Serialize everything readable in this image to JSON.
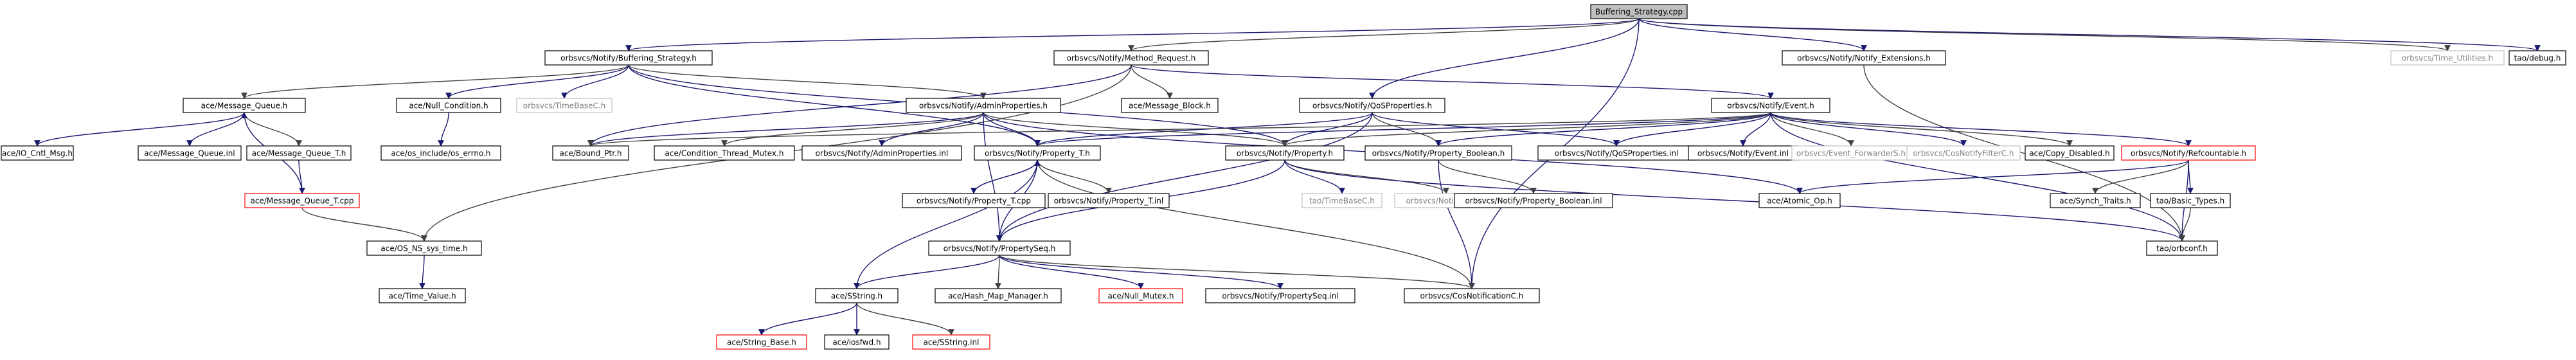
{
  "colors": {
    "border_black": "#000000",
    "border_red": "#ff0000",
    "border_gray": "#c0c0c0",
    "root_fill": "#bfbfbf",
    "node_fill": "#ffffff",
    "edge_blue": "#191970",
    "edge_dark": "#404040",
    "edge_gray": "#a0a0a0",
    "text": "#000000",
    "text_gray": "#808080"
  },
  "nodes": [
    {
      "id": "root",
      "label": "Buffering_Strategy.cpp",
      "style": "root"
    },
    {
      "id": "bufh",
      "label": "orbsvcs/Notify/Buffering_Strategy.h",
      "style": "black"
    },
    {
      "id": "mrh",
      "label": "orbsvcs/Notify/Method_Request.h",
      "style": "black"
    },
    {
      "id": "qosh",
      "label": "orbsvcs/Notify/QoSProperties.h",
      "style": "black"
    },
    {
      "id": "extsh",
      "label": "orbsvcs/Notify/Notify_Extensions.h",
      "style": "black"
    },
    {
      "id": "timeutil",
      "label": "orbsvcs/Time_Utilities.h",
      "style": "gray"
    },
    {
      "id": "taodebug",
      "label": "tao/debug.h",
      "style": "black"
    },
    {
      "id": "mqh",
      "label": "ace/Message_Queue.h",
      "style": "black"
    },
    {
      "id": "nullcond",
      "label": "ace/Null_Condition.h",
      "style": "black"
    },
    {
      "id": "timebasec1",
      "label": "orbsvcs/TimeBaseC.h",
      "style": "gray"
    },
    {
      "id": "adminprops",
      "label": "orbsvcs/Notify/AdminProperties.h",
      "style": "black"
    },
    {
      "id": "msgblock",
      "label": "ace/Message_Block.h",
      "style": "black"
    },
    {
      "id": "eventh",
      "label": "orbsvcs/Notify/Event.h",
      "style": "black"
    },
    {
      "id": "iocntl",
      "label": "ace/IO_Cntl_Msg.h",
      "style": "black"
    },
    {
      "id": "mqinl",
      "label": "ace/Message_Queue.inl",
      "style": "black"
    },
    {
      "id": "mqth",
      "label": "ace/Message_Queue_T.h",
      "style": "black"
    },
    {
      "id": "errnoh",
      "label": "ace/os_include/os_errno.h",
      "style": "black"
    },
    {
      "id": "boundptr",
      "label": "ace/Bound_Ptr.h",
      "style": "black"
    },
    {
      "id": "condmutex",
      "label": "ace/Condition_Thread_Mutex.h",
      "style": "black"
    },
    {
      "id": "adminpropsinl",
      "label": "orbsvcs/Notify/AdminProperties.inl",
      "style": "black"
    },
    {
      "id": "propth",
      "label": "orbsvcs/Notify/Property_T.h",
      "style": "black"
    },
    {
      "id": "proph",
      "label": "orbsvcs/Notify/Property.h",
      "style": "black"
    },
    {
      "id": "propbool",
      "label": "orbsvcs/Notify/Property_Boolean.h",
      "style": "black"
    },
    {
      "id": "qosinl",
      "label": "orbsvcs/Notify/QoSProperties.inl",
      "style": "black"
    },
    {
      "id": "eventinl",
      "label": "orbsvcs/Notify/Event.inl",
      "style": "black"
    },
    {
      "id": "evfwd",
      "label": "orbsvcs/Event_ForwarderS.h",
      "style": "gray"
    },
    {
      "id": "cosfilter",
      "label": "orbsvcs/CosNotifyFilterC.h",
      "style": "gray"
    },
    {
      "id": "copydis",
      "label": "ace/Copy_Disabled.h",
      "style": "black"
    },
    {
      "id": "refcount",
      "label": "orbsvcs/Notify/Refcountable.h",
      "style": "red"
    },
    {
      "id": "mqtcpp",
      "label": "ace/Message_Queue_T.cpp",
      "style": "red"
    },
    {
      "id": "proptcpp",
      "label": "orbsvcs/Notify/Property_T.cpp",
      "style": "black"
    },
    {
      "id": "proptinl",
      "label": "orbsvcs/Notify/Property_T.inl",
      "style": "black"
    },
    {
      "id": "timebasec2",
      "label": "tao/TimeBaseC.h",
      "style": "gray"
    },
    {
      "id": "extc",
      "label": "orbsvcs/NotifyExtC.h",
      "style": "gray"
    },
    {
      "id": "propboolinl",
      "label": "orbsvcs/Notify/Property_Boolean.inl",
      "style": "black"
    },
    {
      "id": "atomicop",
      "label": "ace/Atomic_Op.h",
      "style": "black"
    },
    {
      "id": "synchtraits",
      "label": "ace/Synch_Traits.h",
      "style": "black"
    },
    {
      "id": "basictypes",
      "label": "tao/Basic_Types.h",
      "style": "black"
    },
    {
      "id": "nssystime",
      "label": "ace/OS_NS_sys_time.h",
      "style": "black"
    },
    {
      "id": "propseqh",
      "label": "orbsvcs/Notify/PropertySeq.h",
      "style": "black"
    },
    {
      "id": "orbconf",
      "label": "tao/orbconf.h",
      "style": "black"
    },
    {
      "id": "timevalue",
      "label": "ace/Time_Value.h",
      "style": "black"
    },
    {
      "id": "sstring",
      "label": "ace/SString.h",
      "style": "black"
    },
    {
      "id": "hashmap",
      "label": "ace/Hash_Map_Manager.h",
      "style": "black"
    },
    {
      "id": "nullmutex",
      "label": "ace/Null_Mutex.h",
      "style": "red"
    },
    {
      "id": "propseqinl",
      "label": "orbsvcs/Notify/PropertySeq.inl",
      "style": "black"
    },
    {
      "id": "cosnotifc",
      "label": "orbsvcs/CosNotificationC.h",
      "style": "black"
    },
    {
      "id": "stringbase",
      "label": "ace/String_Base.h",
      "style": "red"
    },
    {
      "id": "iosfwd",
      "label": "ace/iosfwd.h",
      "style": "black"
    },
    {
      "id": "sstringinl",
      "label": "ace/SString.inl",
      "style": "red"
    }
  ],
  "edges": [
    [
      "root",
      "bufh"
    ],
    [
      "root",
      "mrh"
    ],
    [
      "root",
      "qosh"
    ],
    [
      "root",
      "extsh"
    ],
    [
      "root",
      "timeutil"
    ],
    [
      "root",
      "taodebug"
    ],
    [
      "root",
      "cosnotifc"
    ],
    [
      "bufh",
      "mqh"
    ],
    [
      "bufh",
      "nullcond"
    ],
    [
      "bufh",
      "timebasec1"
    ],
    [
      "bufh",
      "adminprops"
    ],
    [
      "bufh",
      "proph"
    ],
    [
      "bufh",
      "propth"
    ],
    [
      "mrh",
      "msgblock"
    ],
    [
      "mrh",
      "eventh"
    ],
    [
      "mrh",
      "boundptr"
    ],
    [
      "mrh",
      "nssystime"
    ],
    [
      "qosh",
      "propth"
    ],
    [
      "qosh",
      "proph"
    ],
    [
      "qosh",
      "propbool"
    ],
    [
      "qosh",
      "qosinl"
    ],
    [
      "qosh",
      "propseqh"
    ],
    [
      "extsh",
      "orbconf"
    ],
    [
      "mqh",
      "iocntl"
    ],
    [
      "mqh",
      "mqinl"
    ],
    [
      "mqh",
      "mqth"
    ],
    [
      "mqth",
      "mqtcpp"
    ],
    [
      "mqtcpp",
      "mqh"
    ],
    [
      "mqtcpp",
      "nssystime"
    ],
    [
      "nullcond",
      "errnoh"
    ],
    [
      "adminprops",
      "boundptr"
    ],
    [
      "adminprops",
      "condmutex"
    ],
    [
      "adminprops",
      "adminpropsinl"
    ],
    [
      "adminprops",
      "propth"
    ],
    [
      "adminprops",
      "proph"
    ],
    [
      "adminprops",
      "propseqh"
    ],
    [
      "adminprops",
      "atomicop"
    ],
    [
      "eventh",
      "copydis"
    ],
    [
      "eventh",
      "refcount"
    ],
    [
      "eventh",
      "eventinl"
    ],
    [
      "eventh",
      "evfwd"
    ],
    [
      "eventh",
      "cosfilter"
    ],
    [
      "eventh",
      "propbool"
    ],
    [
      "eventh",
      "proph"
    ],
    [
      "eventh",
      "propth"
    ],
    [
      "eventh",
      "qosinl"
    ],
    [
      "eventh",
      "boundptr"
    ],
    [
      "eventh",
      "orbconf"
    ],
    [
      "propth",
      "proptcpp"
    ],
    [
      "propth",
      "proptinl"
    ],
    [
      "propth",
      "propseqh"
    ],
    [
      "propth",
      "sstring"
    ],
    [
      "propth",
      "cosnotifc"
    ],
    [
      "proptcpp",
      "propth"
    ],
    [
      "proph",
      "timebasec2"
    ],
    [
      "proph",
      "extc"
    ],
    [
      "proph",
      "propseqh"
    ],
    [
      "proph",
      "orbconf"
    ],
    [
      "propbool",
      "propboolinl"
    ],
    [
      "propbool",
      "cosnotifc"
    ],
    [
      "refcount",
      "atomicop"
    ],
    [
      "refcount",
      "synchtraits"
    ],
    [
      "refcount",
      "basictypes"
    ],
    [
      "refcount",
      "orbconf"
    ],
    [
      "basictypes",
      "orbconf"
    ],
    [
      "nssystime",
      "timevalue"
    ],
    [
      "propseqh",
      "sstring"
    ],
    [
      "propseqh",
      "hashmap"
    ],
    [
      "propseqh",
      "nullmutex"
    ],
    [
      "propseqh",
      "propseqinl"
    ],
    [
      "propseqh",
      "cosnotifc"
    ],
    [
      "sstring",
      "stringbase"
    ],
    [
      "sstring",
      "iosfwd"
    ],
    [
      "sstring",
      "sstringinl"
    ]
  ]
}
